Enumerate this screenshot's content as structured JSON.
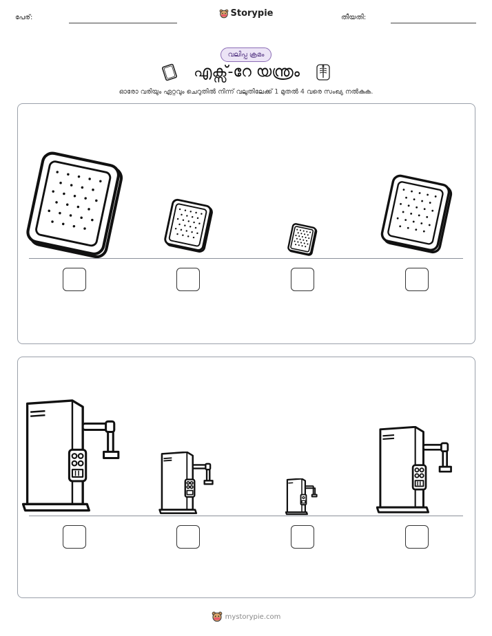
{
  "header": {
    "name_label": "പേര്:",
    "brand": "Storypie",
    "date_label": "തീയതി:"
  },
  "worksheet": {
    "tag": "വലിപ്പ ക്രമം",
    "title": "എക്സ്-റേ യന്ത്രം",
    "instruction": "ഓരോ വരിയും ഏറ്റവും ചെറുതിൽ നിന്ന് വലുതിലേക്ക് 1 മുതൽ 4 വരെ സംഖ്യ നൽകുക."
  },
  "rows": [
    {
      "object": "xray-film",
      "items": [
        {
          "relative_size": 1.0
        },
        {
          "relative_size": 0.5
        },
        {
          "relative_size": 0.3
        },
        {
          "relative_size": 0.75
        }
      ]
    },
    {
      "object": "xray-machine",
      "items": [
        {
          "relative_size": 1.0
        },
        {
          "relative_size": 0.55
        },
        {
          "relative_size": 0.32
        },
        {
          "relative_size": 0.75
        }
      ]
    }
  ],
  "footer": {
    "url": "mystorypie.com"
  },
  "icons": {
    "brand": "storypie-bear-icon",
    "film": "xray-film-icon",
    "machine": "xray-machine-icon",
    "skeleton": "skeleton-icon"
  }
}
